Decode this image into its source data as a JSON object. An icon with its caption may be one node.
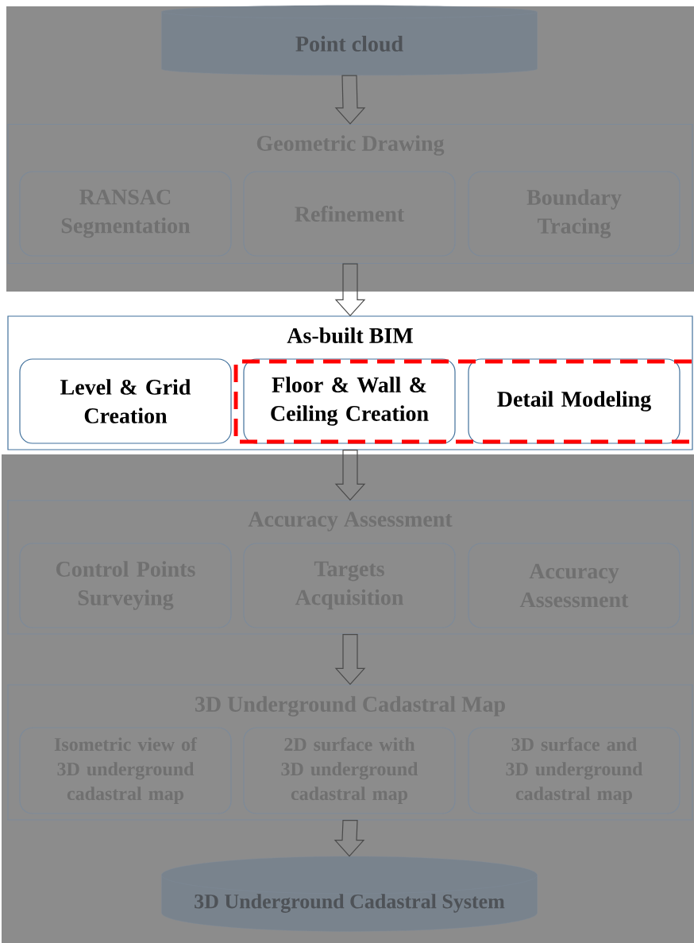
{
  "diagram": {
    "nodes": [
      {
        "text": [
          "Point cloud"
        ]
      },
      {
        "text": [
          "Geometric Drawing"
        ]
      },
      {
        "text": [
          "RANSAC Segmentation"
        ],
        "in": 1
      },
      {
        "text": [
          "Refinement"
        ],
        "in": 1
      },
      {
        "text": [
          "Boundary Tracing"
        ],
        "in": 1
      },
      {
        "text": [
          "As-built BIM"
        ]
      },
      {
        "text": [
          "Level & Grid Creation"
        ],
        "in": 5
      },
      {
        "text": [
          "Floor & Wall & Ceiling Creation"
        ],
        "in": 5
      },
      {
        "text": [
          "Detail Modeling"
        ],
        "in": 5
      },
      {
        "text": [
          "Accuracy Assessment"
        ]
      },
      {
        "text": [
          "Control Points Surveying"
        ],
        "in": 9
      },
      {
        "text": [
          "Targets Acquisition"
        ],
        "in": 9
      },
      {
        "text": [
          "Accuracy Assessment"
        ],
        "in": 9
      },
      {
        "text": [
          "3D Underground Cadastral Map"
        ]
      },
      {
        "text": [
          "Isometric view of 3D underground cadastral map"
        ],
        "in": 13
      },
      {
        "text": [
          "2D surface with 3D underground cadastral map"
        ],
        "in": 13
      },
      {
        "text": [
          "3D surface and 3D underground cadastral map"
        ],
        "in": 13
      },
      {
        "text": [
          "3D Underground Cadastral System"
        ]
      }
    ],
    "edges": [
      {
        "from": 0,
        "to": 1,
        "arrow": "to"
      },
      {
        "from": 1,
        "to": 5,
        "arrow": "to"
      },
      {
        "from": 5,
        "to": 9,
        "arrow": "to"
      },
      {
        "from": 9,
        "to": 13,
        "arrow": "to"
      },
      {
        "from": 13,
        "to": 17,
        "arrow": "to"
      }
    ]
  }
}
